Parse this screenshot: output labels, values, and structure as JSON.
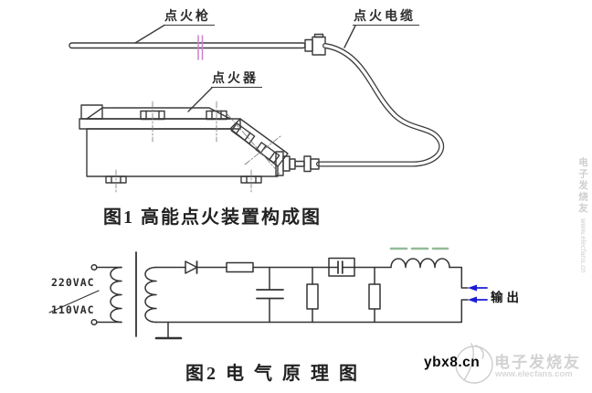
{
  "figure1": {
    "caption": "图1 高能点火装置构成图",
    "labels": {
      "gun": "点火枪",
      "cable": "点火电缆",
      "igniter": "点火器"
    }
  },
  "figure2": {
    "caption": "图2 电 气 原 理 图",
    "input_labels": {
      "line1": "220VAC",
      "line2": "110VAC"
    },
    "output_label": "输出"
  },
  "watermarks": {
    "corner_site": "ybx8.cn",
    "corner_brand": "电子发烧友",
    "corner_url": "www.elecfans.com",
    "edge_brand": "电子发烧友",
    "edge_url": "www.elecfans.cn"
  },
  "colors": {
    "line": "#3b3b3b",
    "break_pink": "#cc82cc",
    "dash_green": "#93bb98",
    "arrow_blue": "#1b1bd4",
    "watermark_gray": "#cdcdcd"
  }
}
